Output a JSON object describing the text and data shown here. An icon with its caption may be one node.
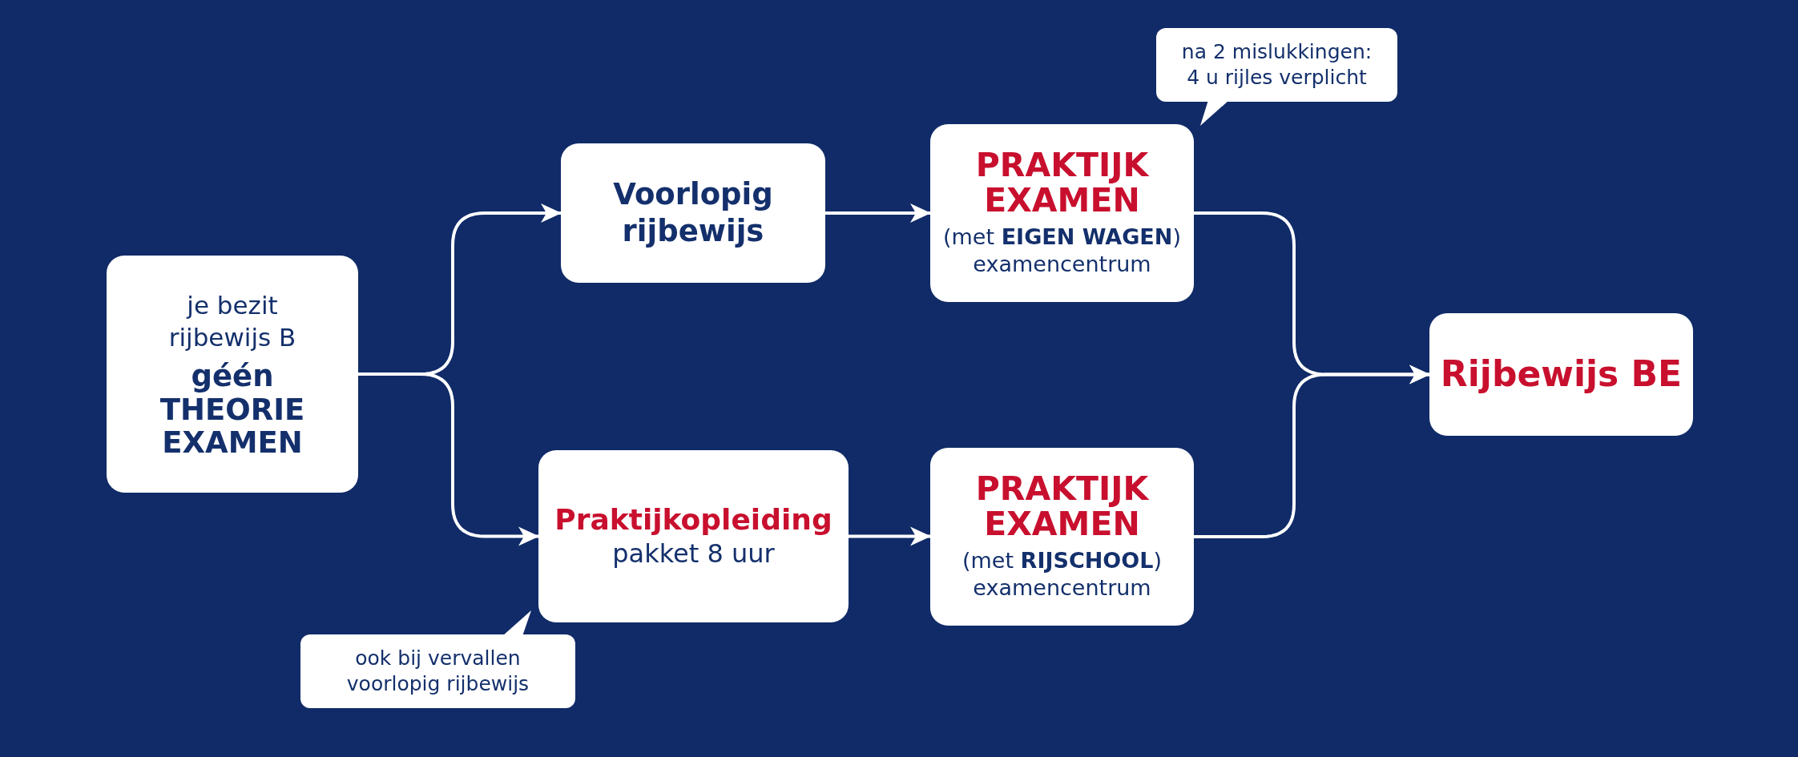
{
  "diagram": {
    "nodes": [
      {
        "text": [
          "je bezit rijbewijs B",
          "géén THEORIE EXAMEN"
        ]
      },
      {
        "text": [
          "Voorlopig rijbewijs"
        ]
      },
      {
        "text": [
          "Praktijkopleiding",
          "pakket 8 uur"
        ]
      },
      {
        "text": [
          "ook bij vervallen voorlopig rijbewijs"
        ]
      },
      {
        "text": [
          "PRAKTIJK EXAMEN",
          "(met **EIGEN WAGEN**) examencentrum"
        ]
      },
      {
        "text": [
          "na 2 mislukkingen: 4 u rijles verplicht"
        ]
      },
      {
        "text": [
          "PRAKTIJK EXAMEN",
          "(met **RIJSCHOOL**) examencentrum"
        ]
      },
      {
        "text": [
          "Rijbewijs BE"
        ]
      }
    ],
    "edges": [
      {
        "from": 0,
        "to": 1,
        "arrow": "to"
      },
      {
        "from": 0,
        "to": 2,
        "arrow": "to"
      },
      {
        "from": 1,
        "to": 4,
        "arrow": "to"
      },
      {
        "from": 2,
        "to": 6,
        "arrow": "to"
      },
      {
        "from": 4,
        "to": 7,
        "arrow": "to"
      },
      {
        "from": 6,
        "to": 7,
        "arrow": "to"
      }
    ]
  }
}
